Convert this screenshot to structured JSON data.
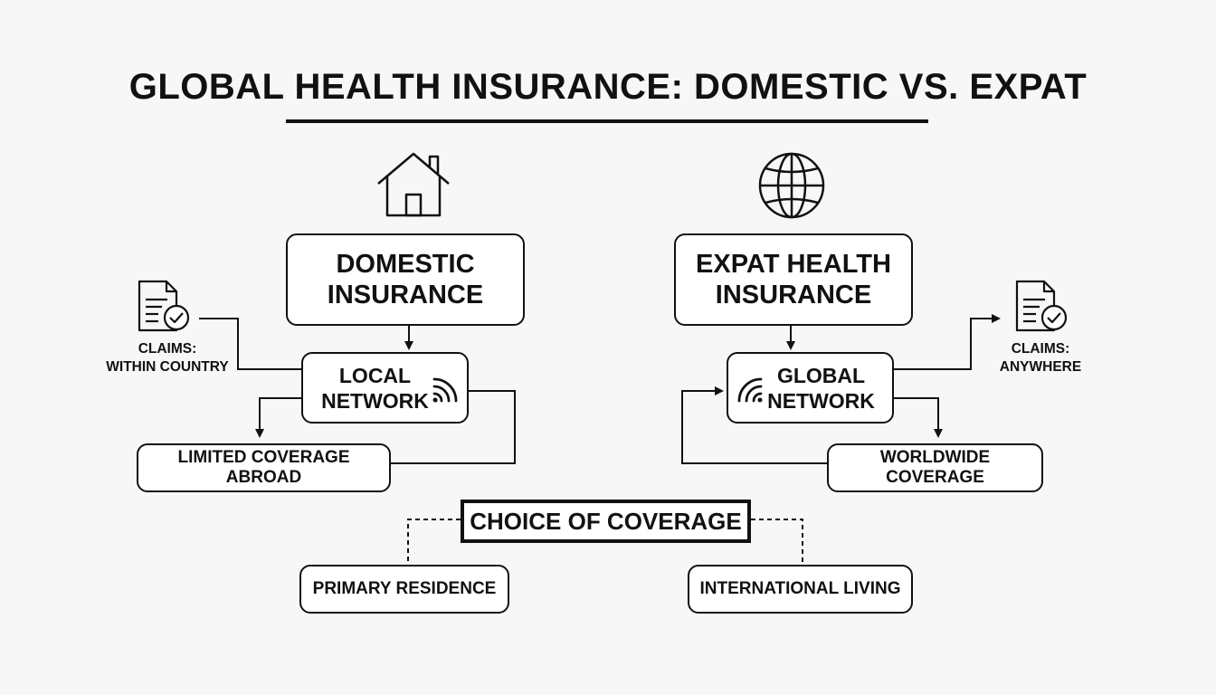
{
  "title": "GLOBAL HEALTH INSURANCE: DOMESTIC VS. EXPAT",
  "domestic": {
    "heading_line1": "DOMESTIC",
    "heading_line2": "INSURANCE",
    "network_line1": "LOCAL",
    "network_line2": "NETWORK",
    "claims_line1": "CLAIMS:",
    "claims_line2": "WITHIN COUNTRY",
    "coverage": "LIMITED COVERAGE ABROAD",
    "icon": "house-icon"
  },
  "expat": {
    "heading_line1": "EXPAT HEALTH",
    "heading_line2": "INSURANCE",
    "network_line1": "GLOBAL",
    "network_line2": "NETWORK",
    "claims_line1": "CLAIMS:",
    "claims_line2": "ANYWHERE",
    "coverage": "WORLDWIDE COVERAGE",
    "icon": "globe-icon"
  },
  "choice": {
    "label": "CHOICE OF COVERAGE",
    "left_option": "PRIMARY RESIDENCE",
    "right_option": "INTERNATIONAL LIVING"
  }
}
